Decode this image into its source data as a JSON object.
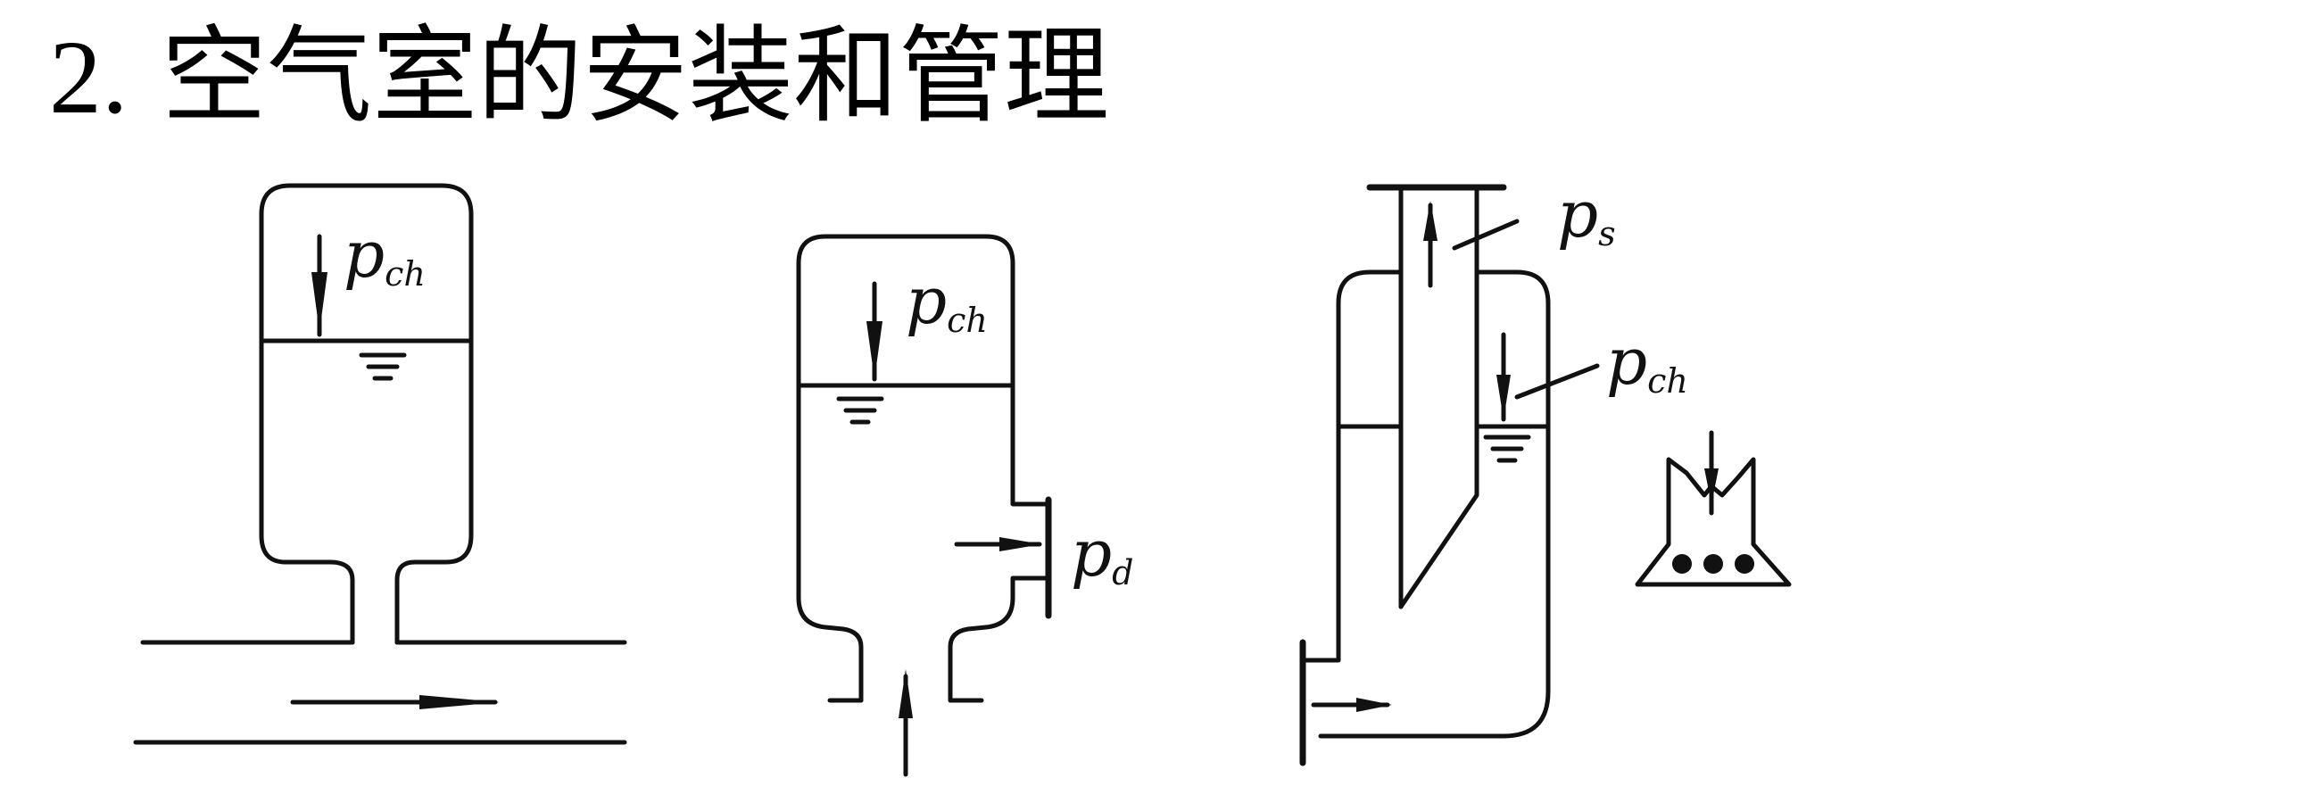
{
  "title": {
    "number": "2.",
    "text": "空气室的安装和管理"
  },
  "labels": {
    "p_ch": {
      "main": "p",
      "sub": "ch"
    },
    "p_d": {
      "main": "p",
      "sub": "d"
    },
    "p_s": {
      "main": "p",
      "sub": "s"
    }
  },
  "colors": {
    "ink": "#111111",
    "background": "#ffffff"
  }
}
